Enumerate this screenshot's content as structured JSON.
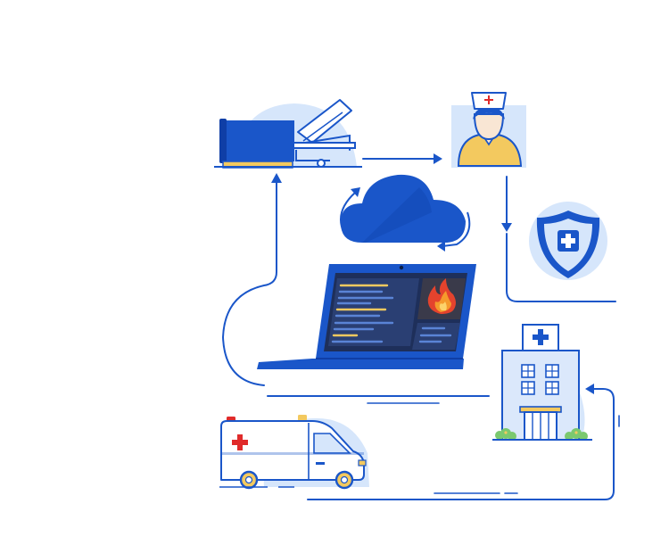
{
  "scene": {
    "nodes": [
      {
        "id": "hospital-bed",
        "icon": "hospital-bed-icon"
      },
      {
        "id": "nurse",
        "icon": "nurse-icon"
      },
      {
        "id": "health-shield",
        "icon": "shield-cross-icon"
      },
      {
        "id": "hospital-building",
        "icon": "hospital-building-icon"
      },
      {
        "id": "ambulance",
        "icon": "ambulance-icon"
      },
      {
        "id": "cloud-sync",
        "icon": "cloud-sync-icon"
      },
      {
        "id": "laptop-dashboard",
        "icon": "laptop-icon"
      }
    ],
    "colors": {
      "primary": "#1a56c9",
      "primary_dark": "#0f3ea6",
      "light_blue": "#d6e6fb",
      "screen": "#1e2f5a",
      "panel": "#2a3f73",
      "accent_yellow": "#f3c95f",
      "skin": "#f9e6d4",
      "red_cross": "#e02b2b",
      "flame_red": "#e4432d",
      "flame_orange": "#f59a2c",
      "green": "#7bc96f"
    }
  }
}
